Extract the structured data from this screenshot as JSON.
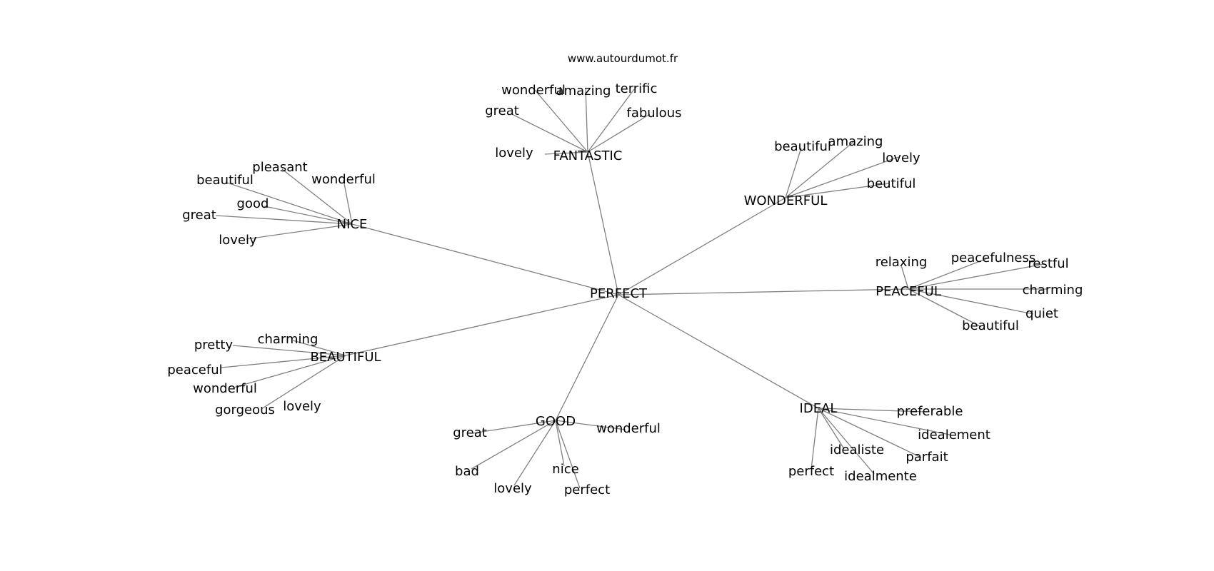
{
  "source": "www.autourdumot.fr",
  "colors": {
    "edge": "#808080",
    "text": "#000000",
    "background": "#ffffff"
  },
  "root": "PERFECT",
  "clusters": [
    {
      "label": "FANTASTIC",
      "words": [
        "wonderful",
        "amazing",
        "terrific",
        "great",
        "fabulous",
        "lovely"
      ]
    },
    {
      "label": "WONDERFUL",
      "words": [
        "beautiful",
        "amazing",
        "lovely",
        "beutiful"
      ]
    },
    {
      "label": "NICE",
      "words": [
        "pleasant",
        "beautiful",
        "wonderful",
        "good",
        "great",
        "lovely"
      ]
    },
    {
      "label": "PEACEFUL",
      "words": [
        "relaxing",
        "peacefulness",
        "restful",
        "charming",
        "quiet",
        "beautiful"
      ]
    },
    {
      "label": "BEAUTIFUL",
      "words": [
        "charming",
        "pretty",
        "peaceful",
        "wonderful",
        "gorgeous",
        "lovely"
      ]
    },
    {
      "label": "GOOD",
      "words": [
        "great",
        "wonderful",
        "bad",
        "nice",
        "lovely",
        "perfect"
      ]
    },
    {
      "label": "IDEAL",
      "words": [
        "preferable",
        "idealement",
        "idealiste",
        "parfait",
        "perfect",
        "idealmente"
      ]
    }
  ]
}
